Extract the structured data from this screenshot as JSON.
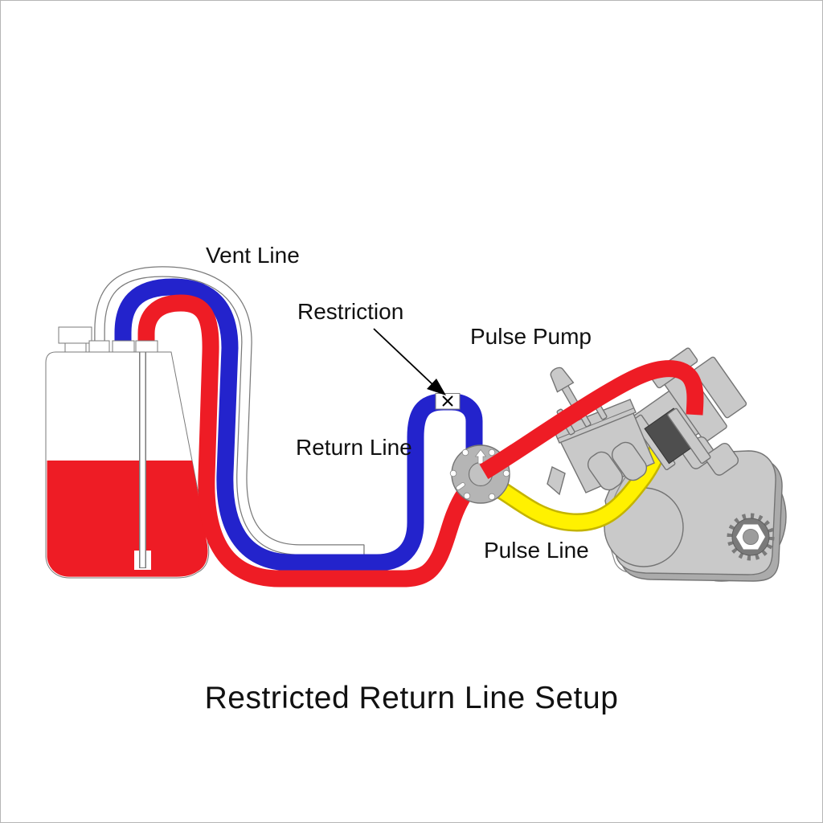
{
  "title": "Restricted Return Line Setup",
  "labels": {
    "vent_line": "Vent Line",
    "restriction": "Restriction",
    "pulse_pump": "Pulse Pump",
    "return_line": "Return Line",
    "pulse_line": "Pulse Line"
  },
  "components": {
    "fuel_tank": "fuel-tank",
    "tank_cap": "tank-cap",
    "pickup_tube": "fuel-pickup-tube",
    "vent_tube": "vent-line-tube",
    "return_tube": "return-line-tube",
    "fuel_tube": "fuel-line-tube",
    "restrictor": "restrictor-x-icon",
    "pointer_arrow": "restriction-pointer-arrow",
    "pulse_pump": "pulse-pump-diaphragm",
    "pulse_tube": "pulse-line-tube",
    "engine": "engine-crankcase",
    "carburetor": "carburetor",
    "choke_knob": "choke-knob",
    "intake_block": "intake-spacer-block",
    "sprocket": "sprocket-icon"
  },
  "colors": {
    "fuel_red": "#EE1C25",
    "return_blue": "#2323CC",
    "pulse_yellow": "#FFF100",
    "pulse_yellow_outline": "#C4B400",
    "vent_white": "#FFFFFF",
    "tube_outline_gray": "#7A7A7A",
    "machine_gray": "#C9C9C9",
    "machine_gray_dark": "#ABABAB",
    "machine_outline": "#747474",
    "intake_dark": "#4E4E4E",
    "label_black": "#111111",
    "background": "#FFFFFF"
  }
}
